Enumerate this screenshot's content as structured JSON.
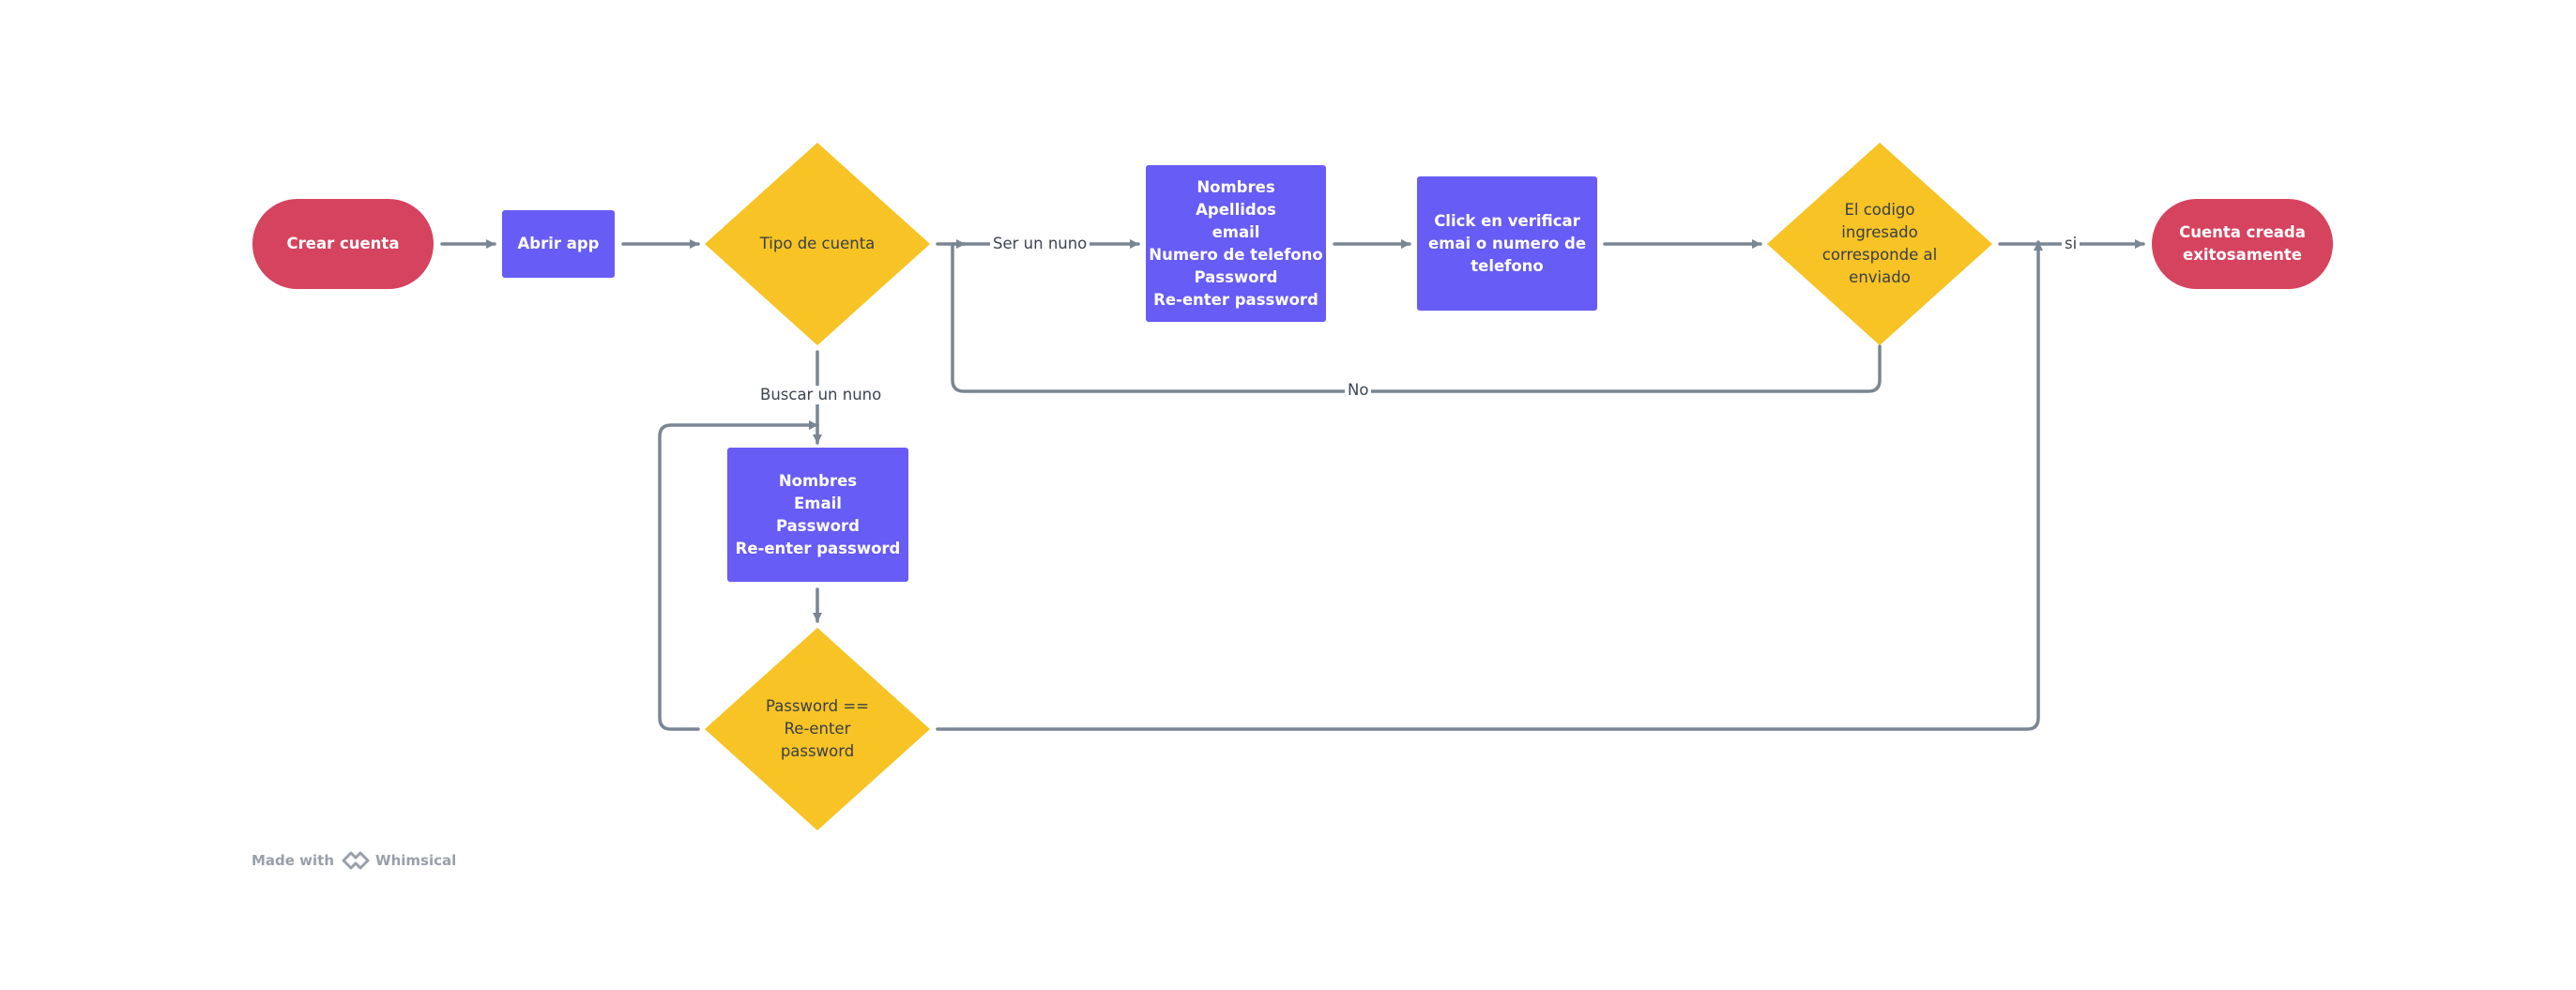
{
  "colors": {
    "terminal": "#d6435f",
    "process": "#675cf5",
    "decision": "#f7c325",
    "connector": "#7a8694",
    "label_text": "#3d4450"
  },
  "nodes": {
    "crear_cuenta": "Crear cuenta",
    "abrir_app": "Abrir app",
    "tipo_de_cuenta": "Tipo de cuenta",
    "form_nuno": "Nombres\nApellidos\nemail\nNumero de telefono\nPassword\nRe-enter password",
    "click_verificar": "Click en verificar\nemai o numero de\ntelefono",
    "codigo_decision": "El codigo\ningresado\ncorresponde al\nenviado",
    "cuenta_creada": "Cuenta creada\nexitosamente",
    "form_buscar": "Nombres\nEmail\nPassword\nRe-enter password",
    "password_decision": "Password ==\nRe-enter\npassword"
  },
  "edge_labels": {
    "ser_un_nuno": "Ser un nuno",
    "buscar_un_nuno": "Buscar un nuno",
    "no": "No",
    "si": "si"
  },
  "watermark": {
    "made_with": "Made with",
    "brand": "Whimsical",
    "icon": "whimsical-logo-icon"
  }
}
